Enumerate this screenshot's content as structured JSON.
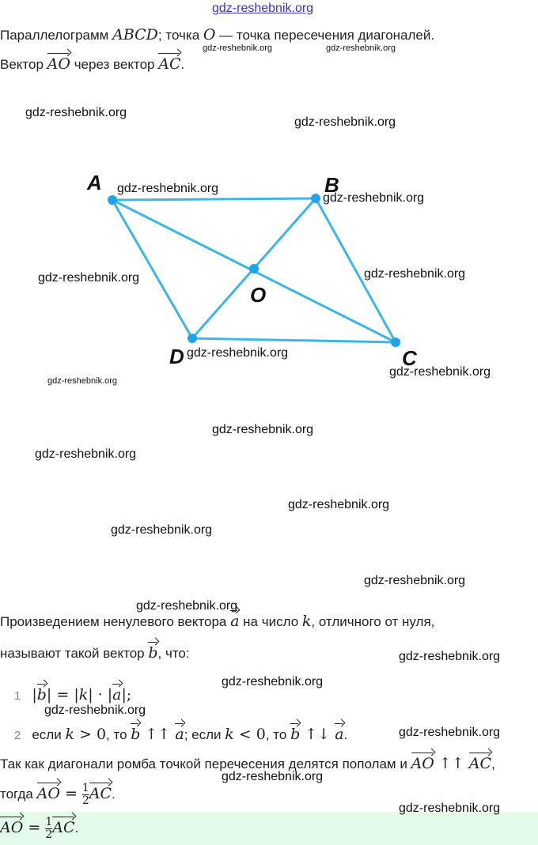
{
  "site_link": "gdz-reshebnik.org",
  "problem": {
    "t1": "Параллелограмм ",
    "abcd": "ABCD",
    "t2": "; точка ",
    "o": "O",
    "t3": " — точка пересечения диагоналей.",
    "t4": "Вектор ",
    "ao": "AO",
    "t5": " через вектор ",
    "ac": "AC",
    "t6": "."
  },
  "diagram": {
    "color": "#3bb6e8",
    "labels": {
      "a": "A",
      "b": "B",
      "c": "C",
      "d": "D",
      "o": "O"
    }
  },
  "theory": {
    "l1a": "Произведением ненулевого вектора ",
    "a": "a",
    "l1b": " на число ",
    "k": "k",
    "l1c": ", отличного от нуля,",
    "l2a": "называют такой вектор ",
    "b": "b",
    "l2b": ", что:",
    "i1num": "1",
    "i1eq": "| = |",
    "i1dot": "| · |",
    "i1end": "|;",
    "i2num": "2",
    "i2a": "если ",
    "i2gt": " > 0",
    "i2b": ", то ",
    "up": " ↑↑ ",
    "i2c": "; если ",
    "i2lt": " < 0",
    "updown": " ↑↓ ",
    "end": "."
  },
  "solution": {
    "s1": "Так как диагонали ромба точкой перечесения делятся пополам и ",
    "comma": ",",
    "s2": "тогда ",
    "eq": " = ",
    "num": "1",
    "den": "2",
    "dot": "."
  },
  "watermark": "gdz-reshebnik.org"
}
